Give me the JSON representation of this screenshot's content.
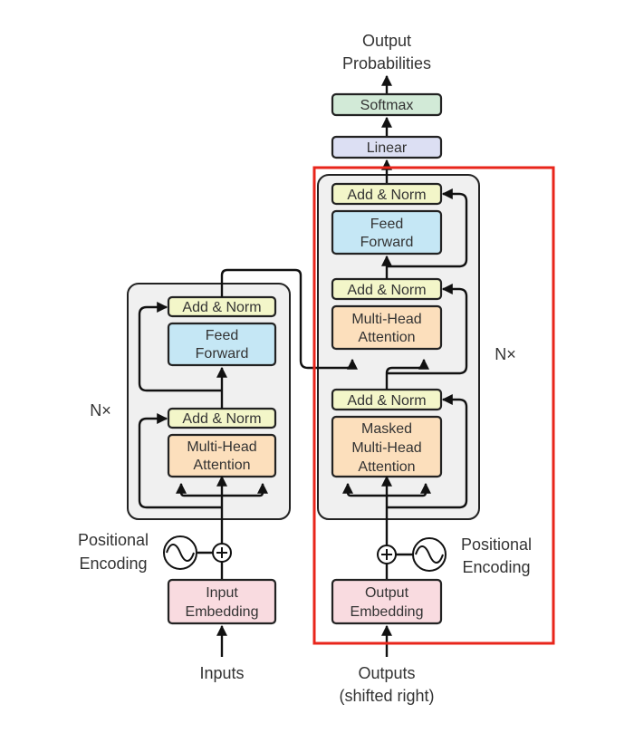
{
  "colors": {
    "add_norm": "#f3f6c9",
    "feed_forward": "#c5e7f5",
    "attention": "#fcdfbc",
    "embedding": "#f9dbe0",
    "linear": "#dcdff3",
    "softmax": "#d2ead7",
    "highlight": "#e8251b",
    "panel": "#f0f0f0"
  },
  "top": {
    "output_line1": "Output",
    "output_line2": "Probabilities",
    "softmax": "Softmax",
    "linear": "Linear"
  },
  "encoder": {
    "repeat": "N×",
    "add_norm_top": "Add & Norm",
    "ff_line1": "Feed",
    "ff_line2": "Forward",
    "add_norm_bottom": "Add & Norm",
    "mha_line1": "Multi-Head",
    "mha_line2": "Attention",
    "pos_line1": "Positional",
    "pos_line2": "Encoding",
    "emb_line1": "Input",
    "emb_line2": "Embedding",
    "input_label": "Inputs"
  },
  "decoder": {
    "repeat": "N×",
    "add_norm_top": "Add & Norm",
    "ff_line1": "Feed",
    "ff_line2": "Forward",
    "add_norm_mid": "Add & Norm",
    "mha_line1": "Multi-Head",
    "mha_line2": "Attention",
    "add_norm_bottom": "Add & Norm",
    "masked_line1": "Masked",
    "masked_line2": "Multi-Head",
    "masked_line3": "Attention",
    "pos_line1": "Positional",
    "pos_line2": "Encoding",
    "emb_line1": "Output",
    "emb_line2": "Embedding",
    "output_line1": "Outputs",
    "output_line2": "(shifted right)"
  }
}
